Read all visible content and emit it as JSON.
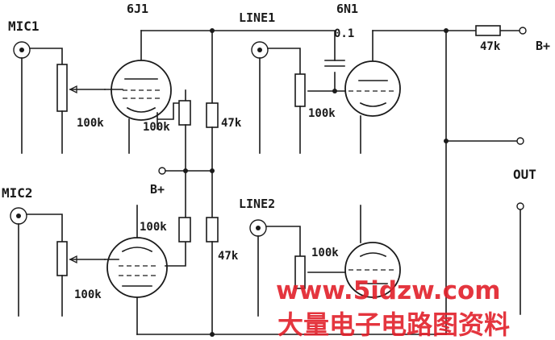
{
  "labels": {
    "mic1": "MIC1",
    "mic2": "MIC2",
    "line1": "LINE1",
    "line2": "LINE2",
    "tube1": "6J1",
    "tube2": "6N1",
    "cap": "0.1",
    "r_out": "47k",
    "b_plus_top": "B+",
    "b_plus_mid": "B+",
    "out": "OUT",
    "pot_mic1": "100k",
    "pot_mic2": "100k",
    "pot_line1": "100k",
    "pot_line2": "100k",
    "r_plate1": "100k",
    "r_plate2": "100k",
    "r_div1": "47k",
    "r_div2": "47k"
  },
  "watermark": {
    "url": "www.5idzw.com",
    "chinese": "大量电子电路图资料"
  },
  "colors": {
    "ink": "#1a1a1a",
    "watermark": "#e2202a",
    "background": "#ffffff"
  }
}
